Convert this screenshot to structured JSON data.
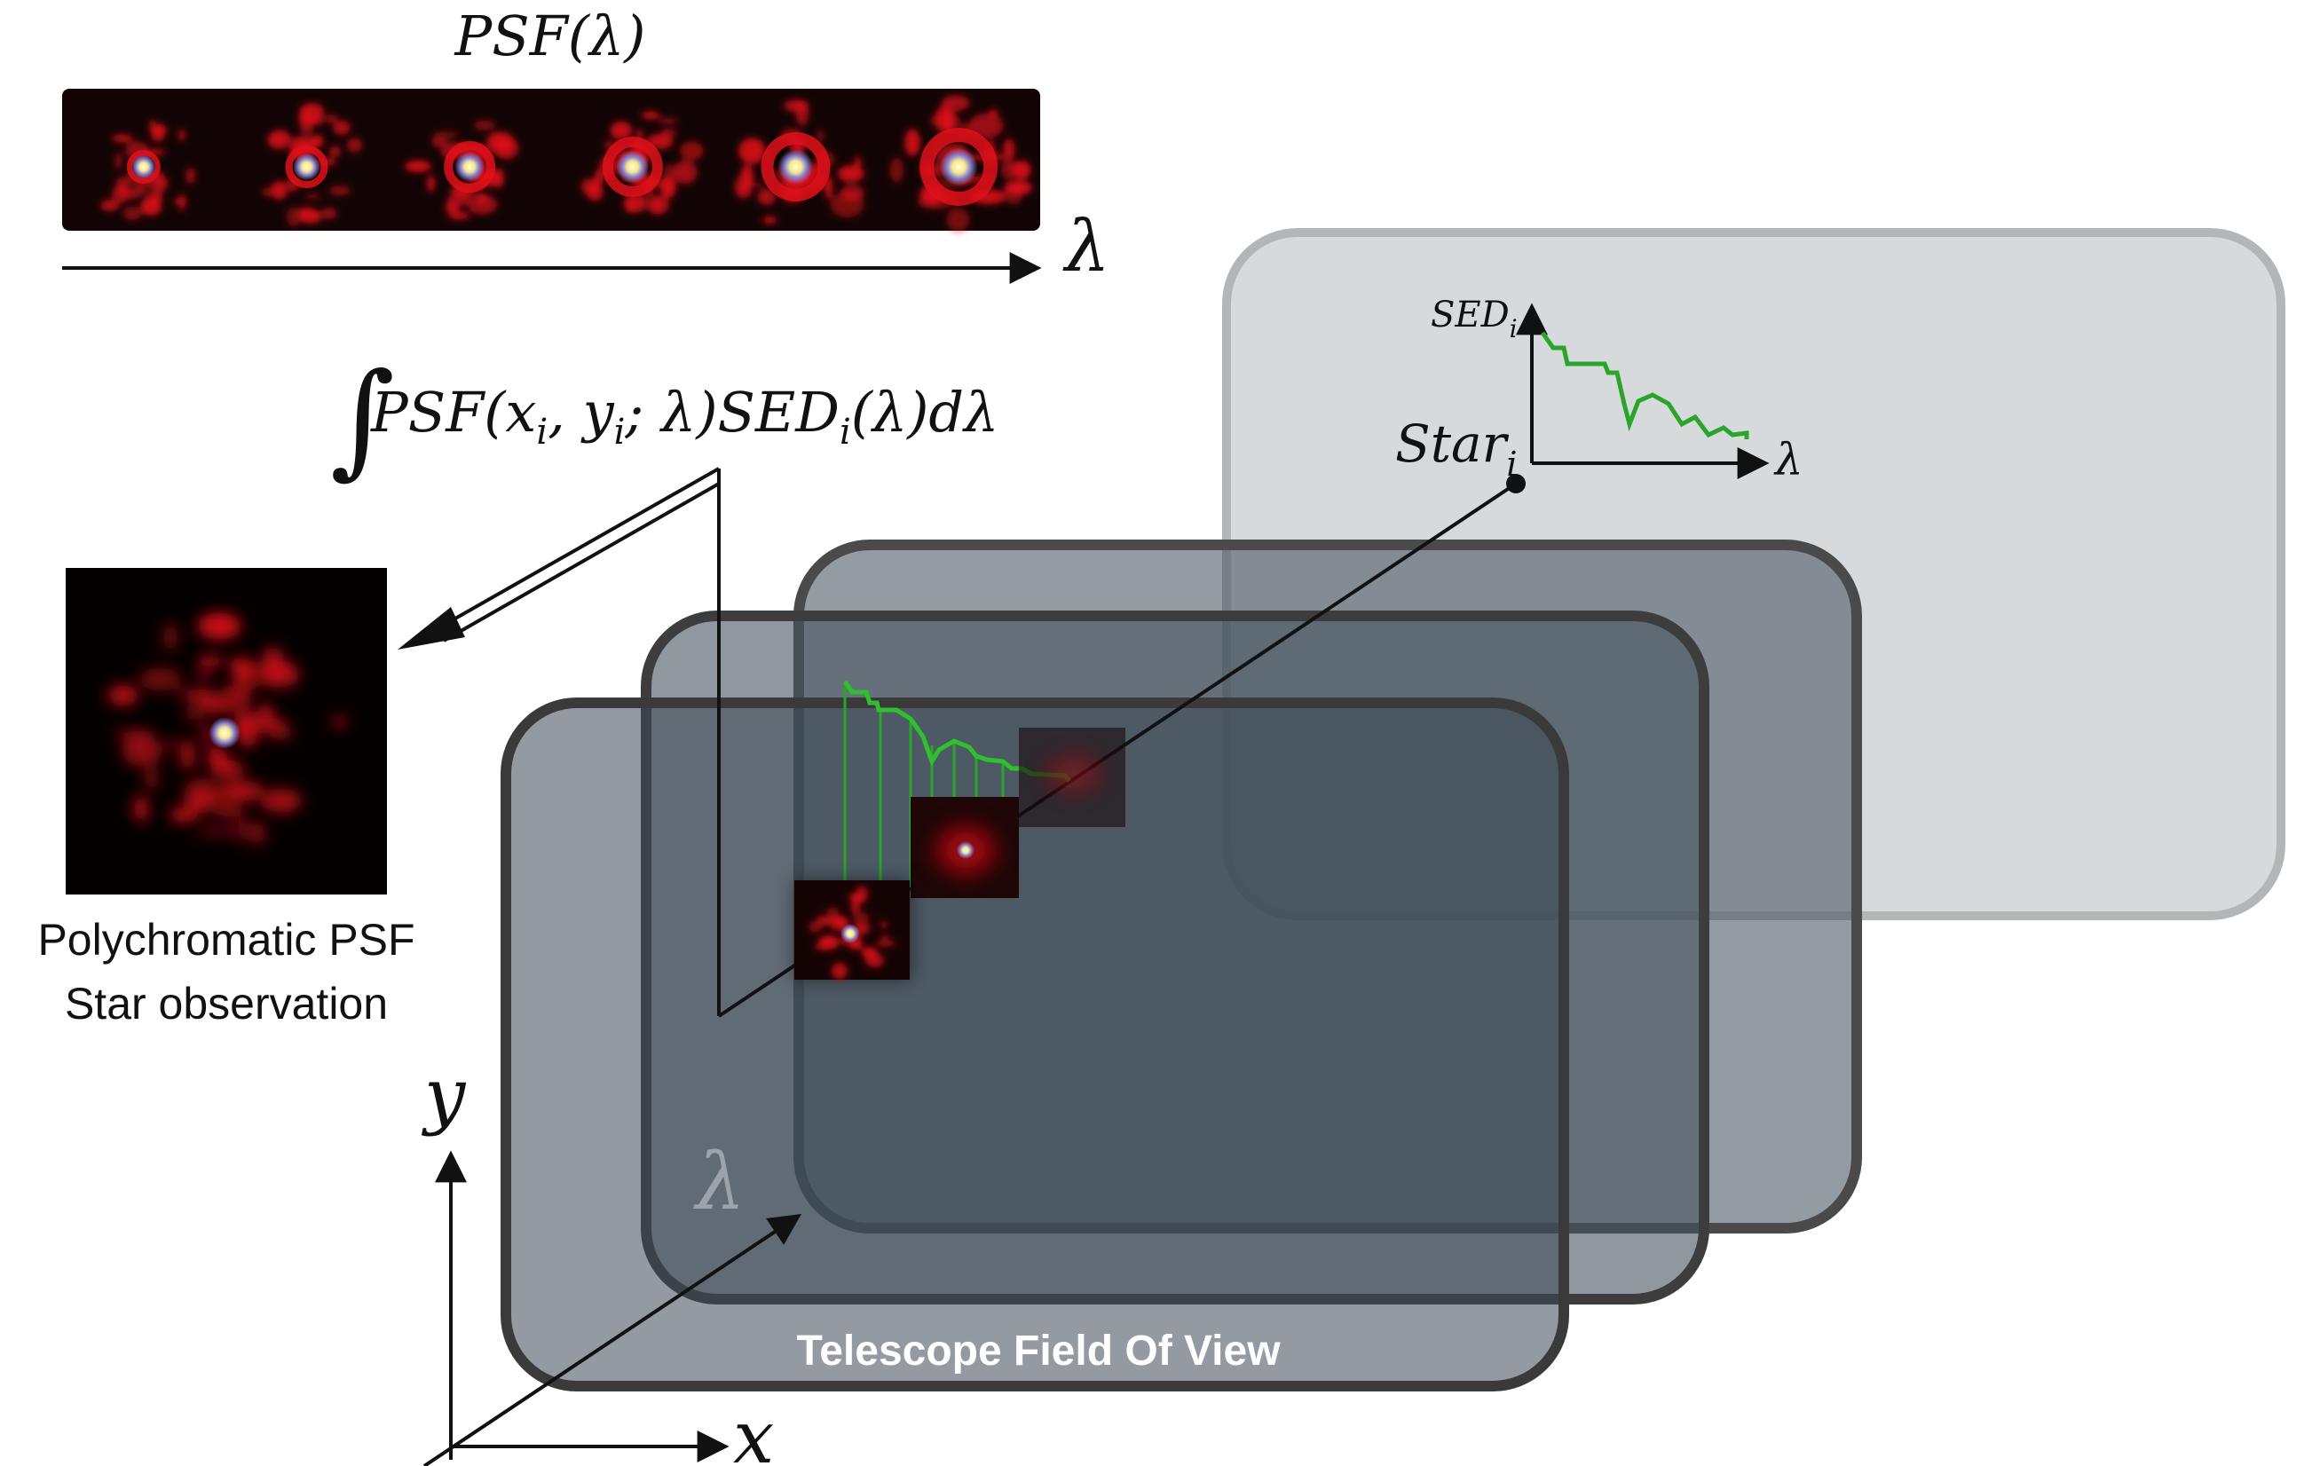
{
  "strip": {
    "title": "PSF(λ)",
    "axis_label": "λ",
    "psf_count": 6
  },
  "integral": {
    "prefix": "PSF(x",
    "sub1": "i",
    "mid1": ", y",
    "sub2": "i",
    "mid2": "; λ)SED",
    "sub3": "i",
    "suffix": "(λ)dλ"
  },
  "observation": {
    "line1": "Polychromatic PSF",
    "line2": "Star observation"
  },
  "sed_plot": {
    "ylabel_base": "SED",
    "ylabel_sub": "i",
    "xlabel": "λ",
    "star_base": "Star",
    "star_sub": "i"
  },
  "axes": {
    "x_label": "x",
    "y_label": "y",
    "depth_label": "λ"
  },
  "fov_label": "Telescope Field Of View",
  "colors": {
    "psf_red": "#e0101a",
    "sed_green": "#2aa52a",
    "panel_dark": "#2c3a48",
    "panel_light": "#c8ccd0"
  }
}
